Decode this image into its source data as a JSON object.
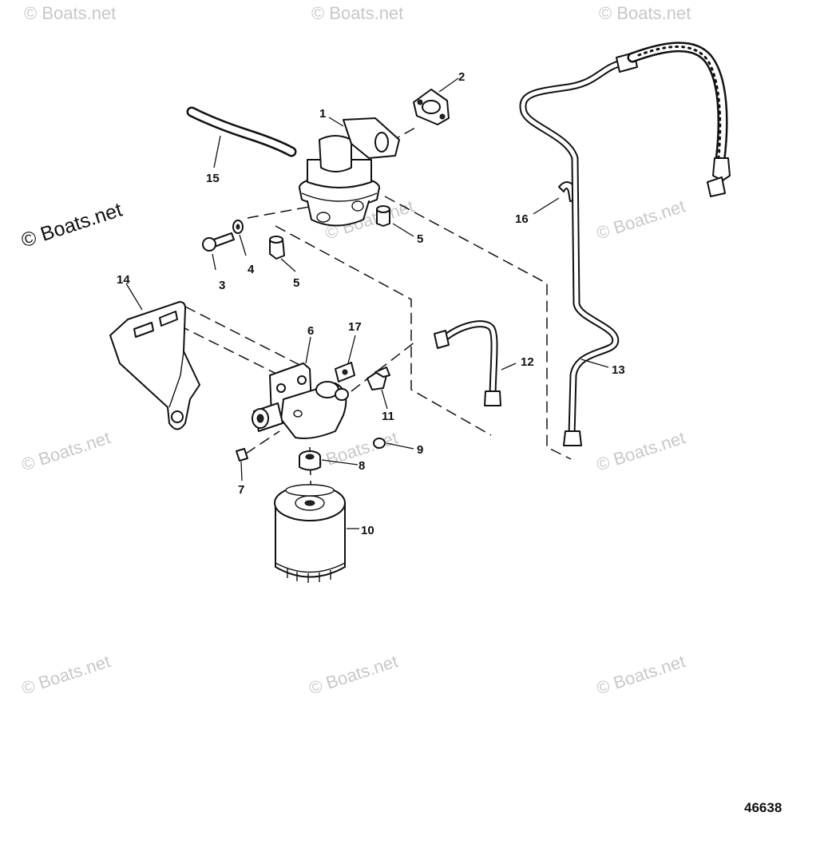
{
  "watermark": {
    "text": "© Boats.net",
    "featured_text": "© Boats.net"
  },
  "reference_number": "46638",
  "callouts": {
    "c1": "1",
    "c2": "2",
    "c3": "3",
    "c4": "4",
    "c5a": "5",
    "c5b": "5",
    "c6": "6",
    "c7": "7",
    "c8": "8",
    "c9": "9",
    "c10": "10",
    "c11": "11",
    "c12": "12",
    "c13": "13",
    "c14": "14",
    "c15": "15",
    "c16": "16",
    "c17": "17"
  }
}
